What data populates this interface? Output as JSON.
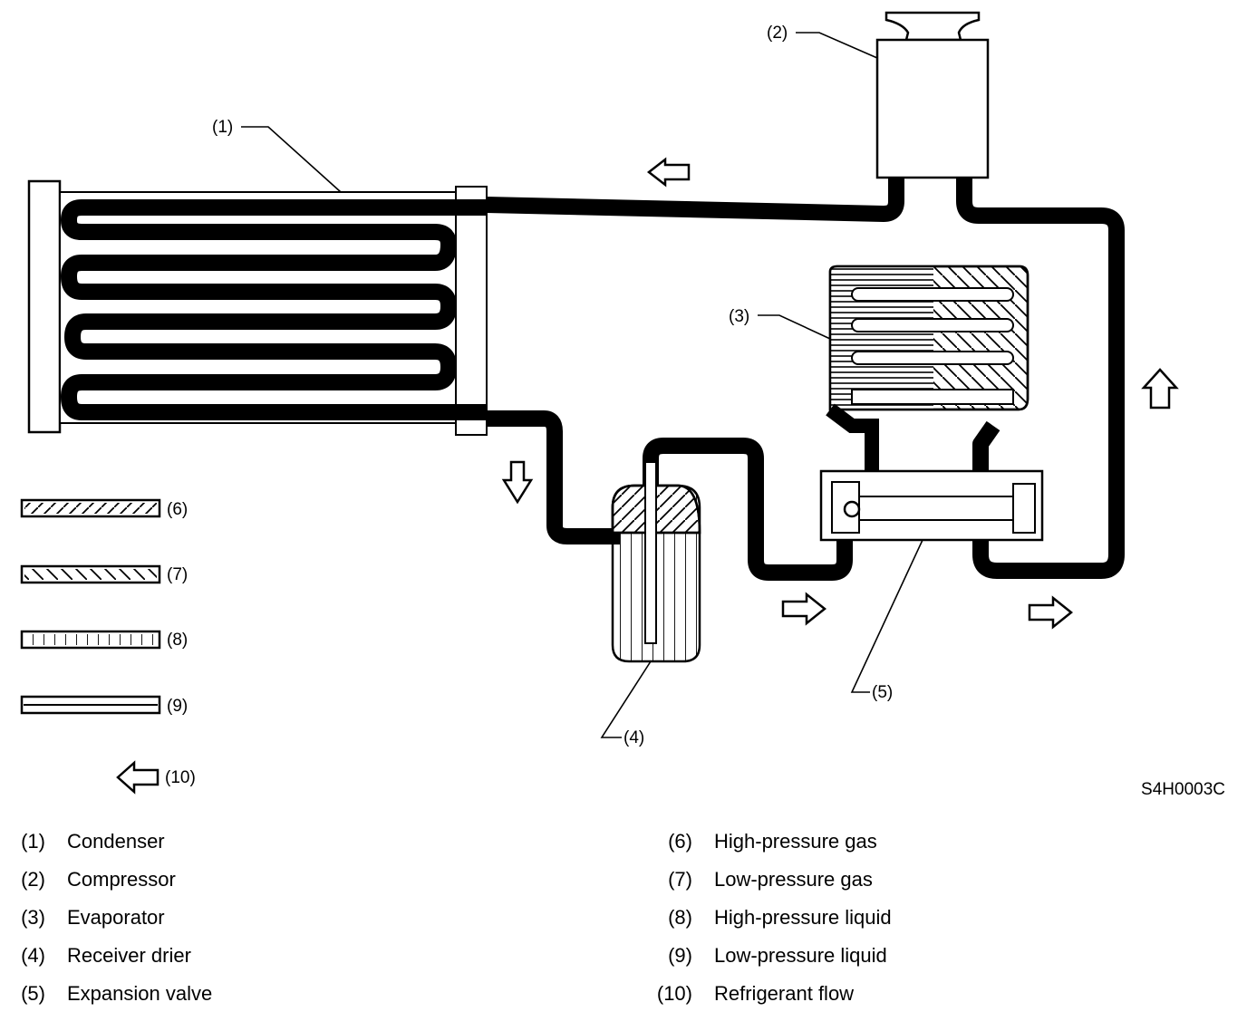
{
  "diagram": {
    "callouts": {
      "c1": "(1)",
      "c2": "(2)",
      "c3": "(3)",
      "c4": "(4)",
      "c5": "(5)",
      "c6": "(6)",
      "c7": "(7)",
      "c8": "(8)",
      "c9": "(9)",
      "c10": "(10)"
    },
    "figure_code": "S4H0003C"
  },
  "legend": {
    "left": [
      {
        "num": "(1)",
        "text": "Condenser"
      },
      {
        "num": "(2)",
        "text": "Compressor"
      },
      {
        "num": "(3)",
        "text": "Evaporator"
      },
      {
        "num": "(4)",
        "text": "Receiver drier"
      },
      {
        "num": "(5)",
        "text": "Expansion valve"
      }
    ],
    "right": [
      {
        "num": "(6)",
        "text": "High-pressure gas"
      },
      {
        "num": "(7)",
        "text": "Low-pressure gas"
      },
      {
        "num": "(8)",
        "text": "High-pressure liquid"
      },
      {
        "num": "(9)",
        "text": "Low-pressure liquid"
      },
      {
        "num": "(10)",
        "text": "Refrigerant flow"
      }
    ]
  }
}
